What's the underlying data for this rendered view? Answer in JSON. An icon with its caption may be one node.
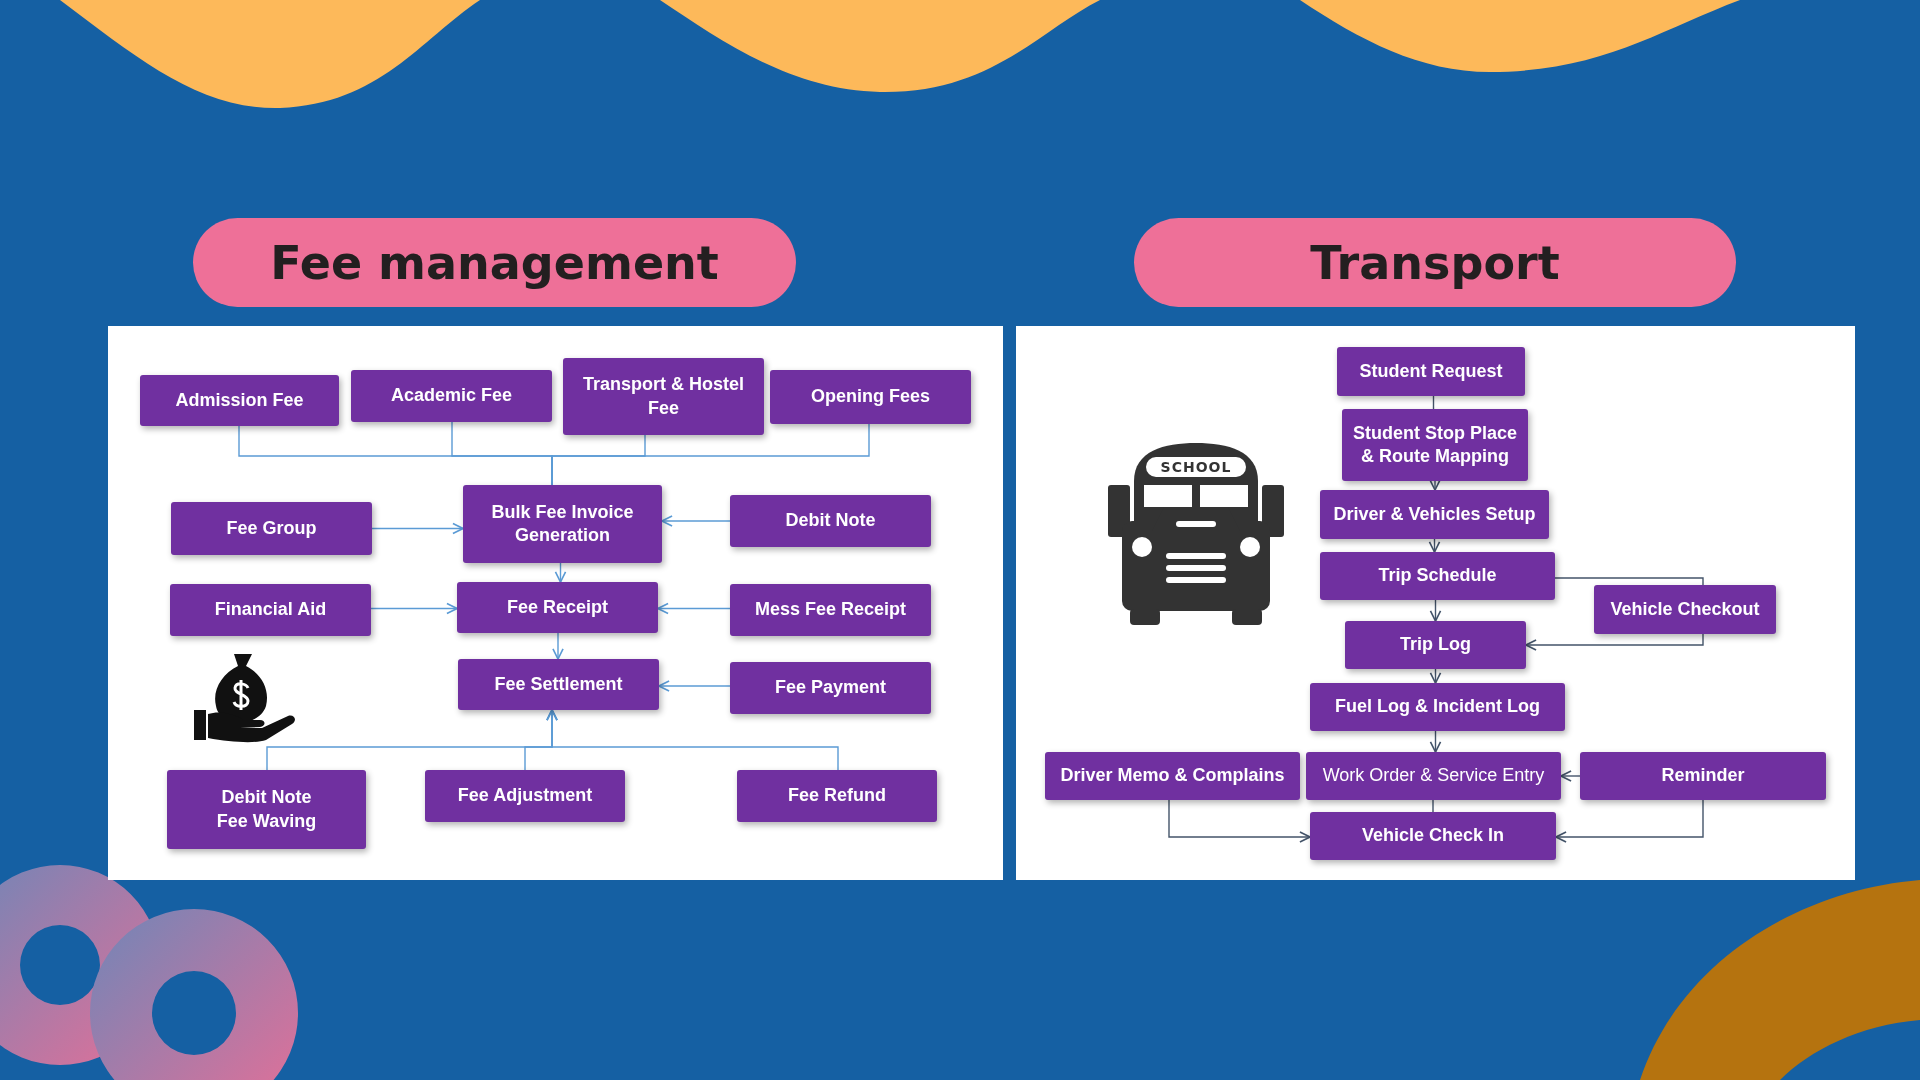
{
  "diagram": {
    "nodes": [
      {
        "text": [
          "Fee management"
        ]
      },
      {
        "text": [
          "Transport"
        ]
      },
      {
        "text": [
          "Admission Fee"
        ]
      },
      {
        "text": [
          "Academic Fee"
        ]
      },
      {
        "text": [
          "Transport & Hostel Fee"
        ]
      },
      {
        "text": [
          "Opening Fees"
        ]
      },
      {
        "text": [
          "Bulk Fee Invoice Generation"
        ]
      },
      {
        "text": [
          "Fee Group"
        ]
      },
      {
        "text": [
          "Debit Note"
        ]
      },
      {
        "text": [
          "Financial Aid"
        ]
      },
      {
        "text": [
          "Fee Receipt"
        ]
      },
      {
        "text": [
          "Mess Fee Receipt"
        ]
      },
      {
        "text": [
          "Fee Settlement"
        ]
      },
      {
        "text": [
          "Fee Payment"
        ]
      },
      {
        "text": [
          "Debit Note Fee Waving"
        ]
      },
      {
        "text": [
          "Fee Adjustment"
        ]
      },
      {
        "text": [
          "Fee Refund"
        ]
      },
      {
        "text": [
          "Student Request"
        ]
      },
      {
        "text": [
          "Student Stop Place & Route Mapping"
        ]
      },
      {
        "text": [
          "Driver & Vehicles Setup"
        ]
      },
      {
        "text": [
          "Trip Schedule"
        ]
      },
      {
        "text": [
          "Vehicle Checkout"
        ]
      },
      {
        "text": [
          "Trip Log"
        ]
      },
      {
        "text": [
          "Fuel Log & Incident Log"
        ]
      },
      {
        "text": [
          "Driver Memo & Complains"
        ]
      },
      {
        "text": [
          "Work Order & Service Entry"
        ]
      },
      {
        "text": [
          "Reminder"
        ]
      },
      {
        "text": [
          "Vehicle Check In"
        ]
      }
    ],
    "edges": [
      {
        "from": 2,
        "to": 6,
        "arrow": "none"
      },
      {
        "from": 3,
        "to": 6,
        "arrow": "none"
      },
      {
        "from": 4,
        "to": 6,
        "arrow": "none"
      },
      {
        "from": 5,
        "to": 6,
        "arrow": "none"
      },
      {
        "from": 7,
        "to": 6,
        "arrow": "to"
      },
      {
        "from": 8,
        "to": 6,
        "arrow": "to"
      },
      {
        "from": 6,
        "to": 10,
        "arrow": "to"
      },
      {
        "from": 9,
        "to": 10,
        "arrow": "to"
      },
      {
        "from": 11,
        "to": 10,
        "arrow": "to"
      },
      {
        "from": 10,
        "to": 12,
        "arrow": "to"
      },
      {
        "from": 13,
        "to": 12,
        "arrow": "to"
      },
      {
        "from": 14,
        "to": 12,
        "arrow": "to"
      },
      {
        "from": 15,
        "to": 12,
        "arrow": "to"
      },
      {
        "from": 16,
        "to": 12,
        "arrow": "to"
      },
      {
        "from": 17,
        "to": 18,
        "arrow": "none",
        "color": "#44546a"
      },
      {
        "from": 18,
        "to": 19,
        "arrow": "to",
        "color": "#44546a"
      },
      {
        "from": 19,
        "to": 20,
        "arrow": "to",
        "color": "#44546a"
      },
      {
        "from": 20,
        "to": 22,
        "arrow": "to",
        "color": "#44546a"
      },
      {
        "from": 20,
        "to": 21,
        "arrow": "none",
        "color": "#44546a"
      },
      {
        "from": 21,
        "to": 22,
        "arrow": "to",
        "color": "#44546a"
      },
      {
        "from": 22,
        "to": 23,
        "arrow": "to",
        "color": "#44546a"
      },
      {
        "from": 23,
        "to": 25,
        "arrow": "to",
        "color": "#44546a"
      },
      {
        "from": 26,
        "to": 25,
        "arrow": "to",
        "color": "#44546a"
      },
      {
        "from": 25,
        "to": 27,
        "arrow": "none",
        "color": "#44546a"
      },
      {
        "from": 24,
        "to": 27,
        "arrow": "to",
        "color": "#44546a"
      },
      {
        "from": 26,
        "to": 27,
        "arrow": "to",
        "color": "#44546a"
      }
    ],
    "labels": [
      "SCHOOL"
    ]
  }
}
